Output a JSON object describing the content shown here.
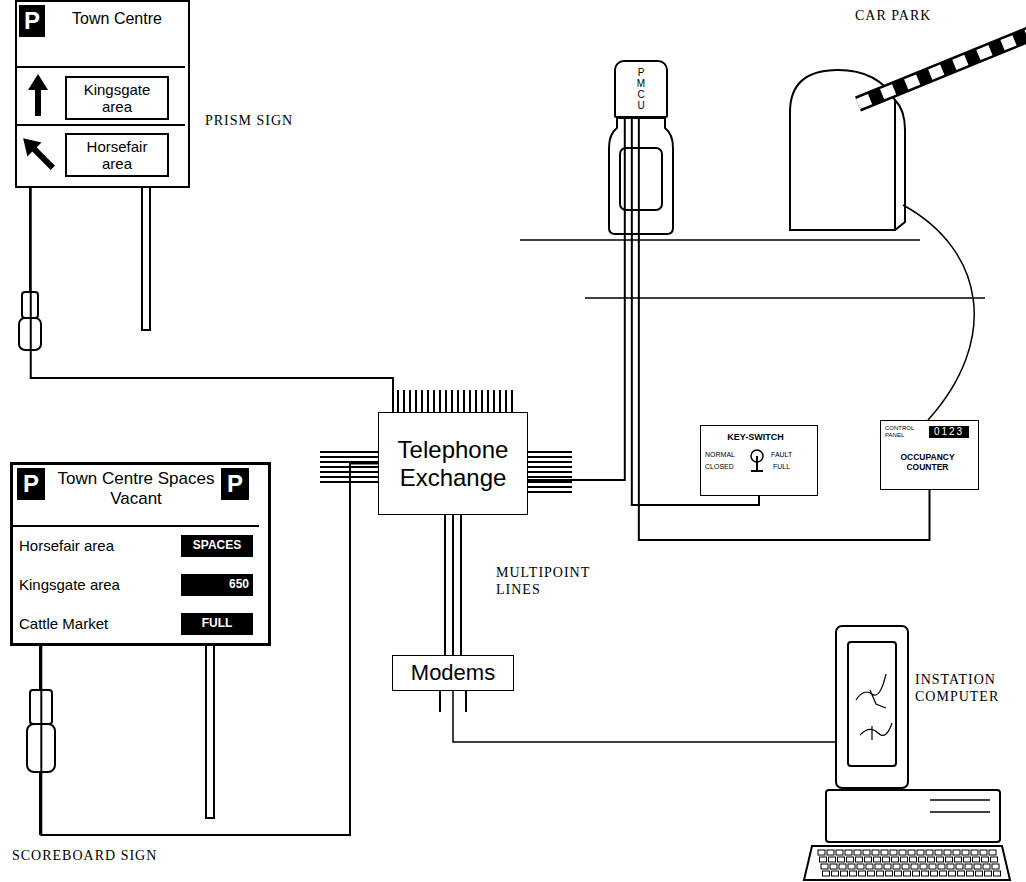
{
  "diagram": {
    "nodes": [
      {
        "text": [
          "Town Centre"
        ]
      },
      {
        "text": [
          "Kingsgate area"
        ],
        "in": 0
      },
      {
        "text": [
          "Horsefair area"
        ],
        "in": 0
      },
      {
        "text": [
          "PMCU"
        ]
      },
      {
        "text": [
          "Telephone Exchange"
        ]
      },
      {
        "text": [
          "KEY-SWITCH",
          "NORMAL",
          "FAULT",
          "CLOSED",
          "FULL"
        ]
      },
      {
        "text": [
          "CONTROL PANEL",
          "0123",
          "OCCUPANCY COUNTER"
        ]
      },
      {
        "text": [
          "Town Centre Spaces Vacant",
          "Horsefair area",
          "Kingsgate area",
          "Cattle Market"
        ]
      },
      {
        "text": [
          "SPACES"
        ],
        "in": 7
      },
      {
        "text": [
          "650"
        ],
        "in": 7
      },
      {
        "text": [
          "FULL"
        ],
        "in": 7
      },
      {
        "text": [
          "Modems"
        ]
      }
    ],
    "edges": [
      {
        "from": 0,
        "to": 4,
        "arrow": "none"
      },
      {
        "from": 3,
        "to": 4,
        "arrow": "none"
      },
      {
        "from": 5,
        "to": 3,
        "arrow": "none"
      },
      {
        "from": 6,
        "to": 3,
        "arrow": "none"
      },
      {
        "from": 7,
        "to": 4,
        "arrow": "none"
      },
      {
        "from": 4,
        "to": 11,
        "arrow": "none"
      }
    ],
    "labels": [
      "P",
      "PRISM SIGN",
      "CAR PARK",
      "P",
      "P",
      "MULTIPOINT LINES",
      "INSTATION COMPUTER",
      "SCOREBOARD SIGN"
    ]
  }
}
